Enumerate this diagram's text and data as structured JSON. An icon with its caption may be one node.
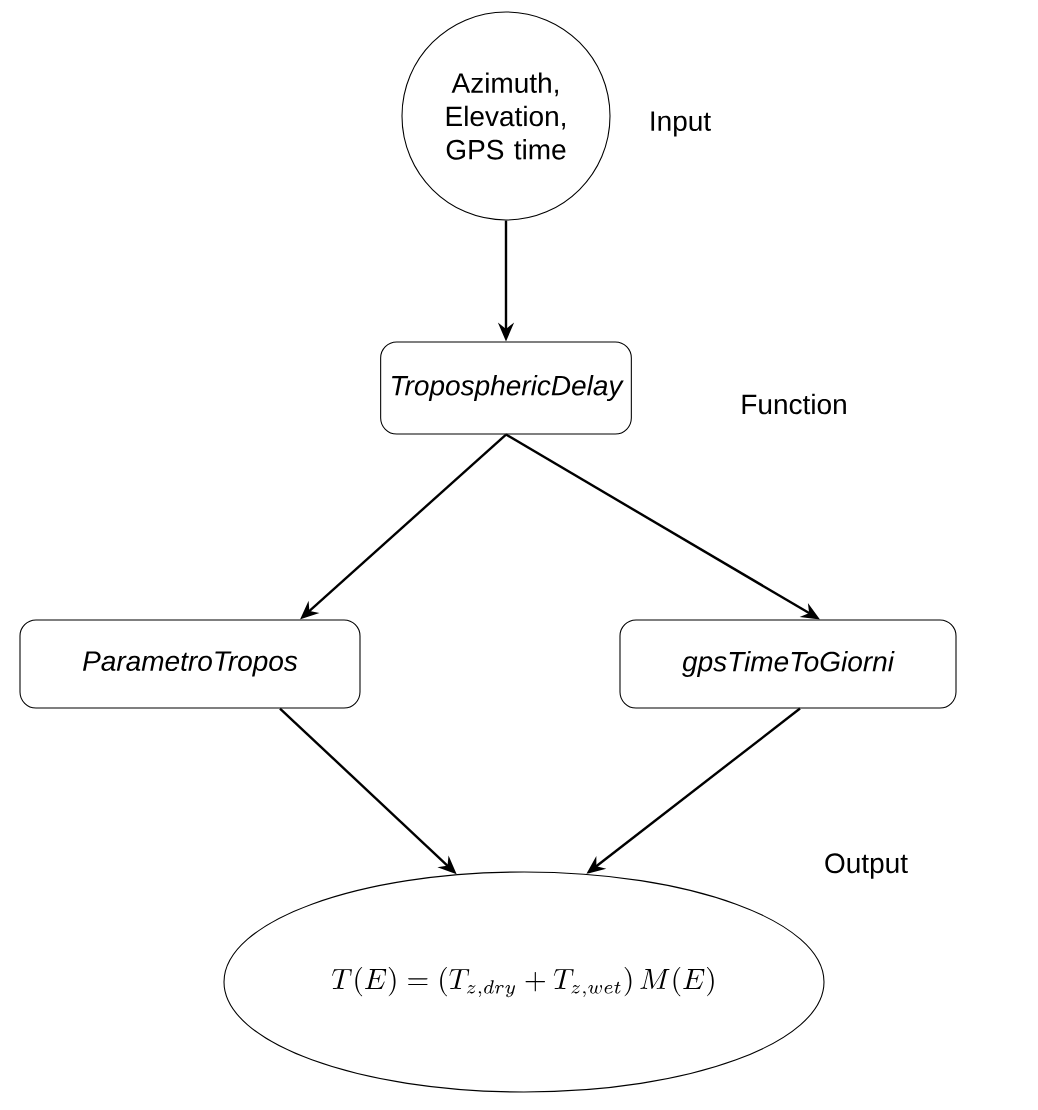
{
  "diagram": {
    "nodes": [
      {
        "text": [
          "Azimuth, Elevation, GPS time"
        ],
        "beside": [
          "Input"
        ]
      },
      {
        "text": [
          "TroposphericDelay"
        ],
        "beside": [
          "Function"
        ]
      },
      {
        "text": [
          "ParametroTropos"
        ]
      },
      {
        "text": [
          "gpsTimeToGiorni"
        ]
      },
      {
        "text": [
          "T(E) = (T_{z,dry} + T_{z,wet})\\,M(E)"
        ],
        "beside": [
          "Output"
        ]
      }
    ],
    "edges": [
      {
        "from": 0,
        "to": 1,
        "arrow": "to"
      },
      {
        "from": 1,
        "to": 2,
        "arrow": "to"
      },
      {
        "from": 1,
        "to": 3,
        "arrow": "to"
      },
      {
        "from": 2,
        "to": 4,
        "arrow": "to"
      },
      {
        "from": 3,
        "to": 4,
        "arrow": "to"
      }
    ]
  }
}
